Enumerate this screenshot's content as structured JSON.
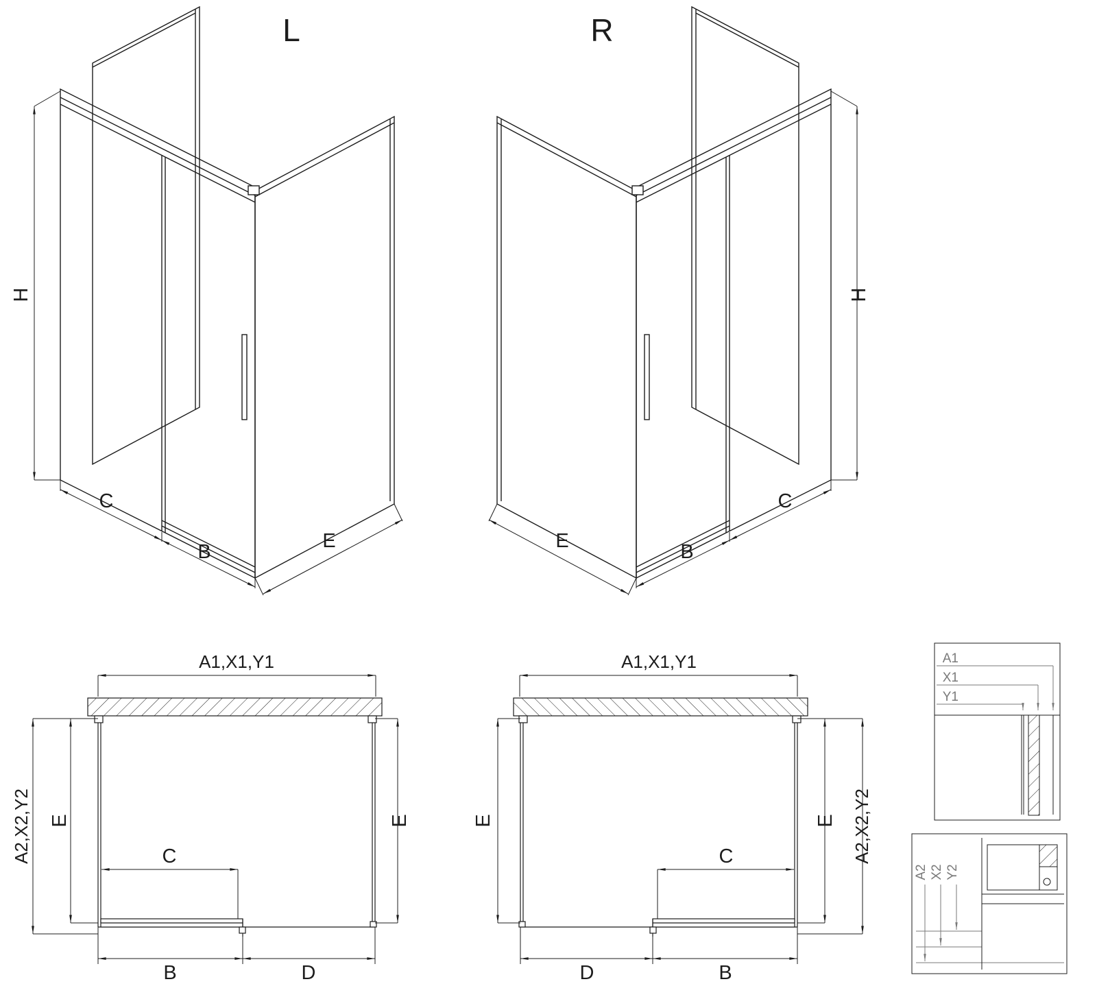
{
  "drawing": {
    "iso_left": {
      "view_label": "L",
      "dim_h": "H",
      "dim_c": "C",
      "dim_b": "B",
      "dim_e": "E"
    },
    "iso_right": {
      "view_label": "R",
      "dim_h": "H",
      "dim_c": "C",
      "dim_b": "B",
      "dim_e": "E"
    },
    "plan_left": {
      "dim_top": "A1,X1,Y1",
      "dim_side": "A2,X2,Y2",
      "dim_e_left": "E",
      "dim_e_right": "E",
      "dim_c": "C",
      "dim_b": "B",
      "dim_d": "D"
    },
    "plan_right": {
      "dim_top": "A1,X1,Y1",
      "dim_side": "A2,X2,Y2",
      "dim_e_left": "E",
      "dim_e_right": "E",
      "dim_c": "C",
      "dim_b": "B",
      "dim_d": "D"
    },
    "detail_top": {
      "dim_a1": "A1",
      "dim_x1": "X1",
      "dim_y1": "Y1"
    },
    "detail_bottom": {
      "dim_a2": "A2",
      "dim_x2": "X2",
      "dim_y2": "Y2"
    }
  },
  "colors": {
    "line": "#1c1c1c",
    "detail_line": "#7a7a7a",
    "background": "#ffffff"
  }
}
